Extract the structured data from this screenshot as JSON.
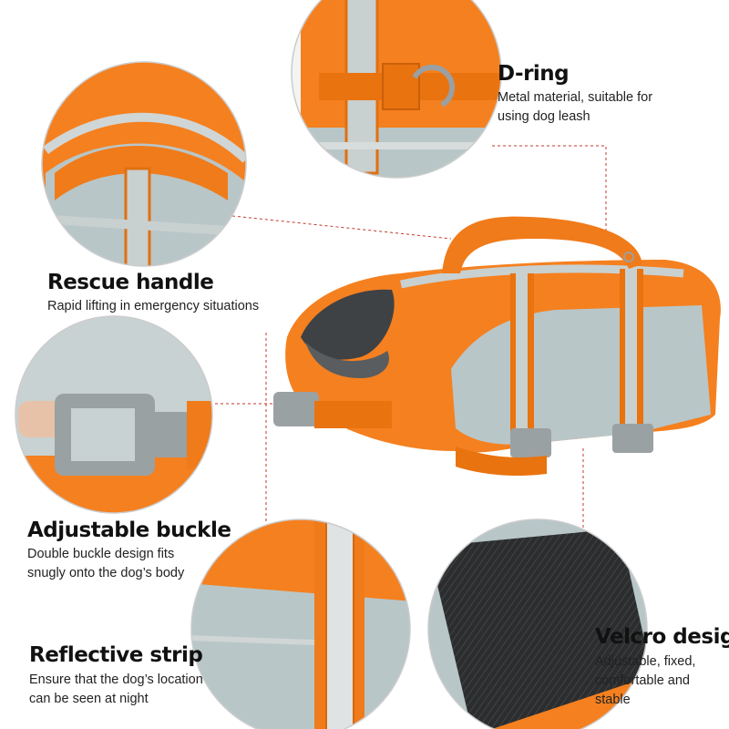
{
  "features": {
    "d_ring": {
      "title": "D-ring",
      "desc_line1": "Metal material, suitable for",
      "desc_line2": "using dog leash"
    },
    "rescue_handle": {
      "title": "Rescue handle",
      "desc_line1": "Rapid lifting in emergency situations"
    },
    "adjustable_buckle": {
      "title": "Adjustable buckle",
      "desc_line1": "Double buckle design fits",
      "desc_line2": "snugly onto the dog’s body"
    },
    "reflective_strip": {
      "title": "Reflective strip",
      "desc_line1": "Ensure that the dog’s location",
      "desc_line2": "can be seen at night"
    },
    "velcro_design": {
      "title": "Velcro design",
      "desc_line1": "Adjustable, fixed,",
      "desc_line2": "comfortable and",
      "desc_line3": "stable"
    }
  },
  "colors": {
    "vest_orange": "#f5801f",
    "vest_gray": "#b8c6c8",
    "reflective": "#c9d0d0",
    "buckle_gray": "#9aa1a2",
    "lining": "#3f4244",
    "leader_line": "#c0392b"
  }
}
